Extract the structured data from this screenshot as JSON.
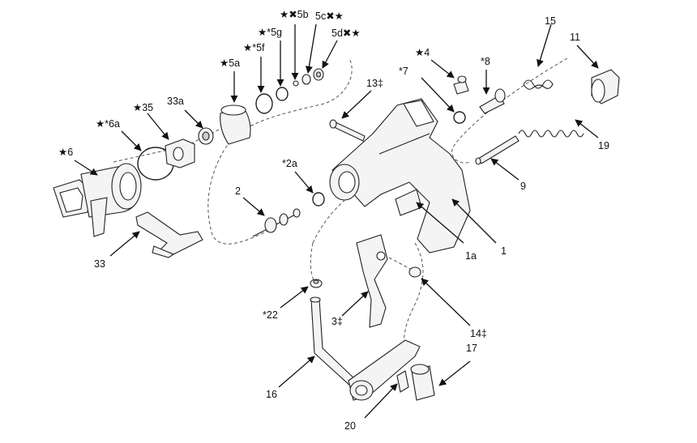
{
  "diagram": {
    "labels": [
      {
        "id": "6",
        "text": "★6"
      },
      {
        "id": "6a",
        "text": "★*6a"
      },
      {
        "id": "35",
        "text": "★35"
      },
      {
        "id": "33a",
        "text": "33a"
      },
      {
        "id": "5a",
        "text": "★5a"
      },
      {
        "id": "5f",
        "text": "★*5f"
      },
      {
        "id": "5g",
        "text": "★*5g"
      },
      {
        "id": "5b",
        "text": "★✖5b"
      },
      {
        "id": "5c",
        "text": "5c✖★"
      },
      {
        "id": "5d",
        "text": "5d✖★"
      },
      {
        "id": "13",
        "text": "13‡"
      },
      {
        "id": "4",
        "text": "★4"
      },
      {
        "id": "7",
        "text": "*7"
      },
      {
        "id": "8",
        "text": "*8"
      },
      {
        "id": "15",
        "text": "15"
      },
      {
        "id": "11",
        "text": "11"
      },
      {
        "id": "19",
        "text": "19"
      },
      {
        "id": "9",
        "text": "9"
      },
      {
        "id": "2a",
        "text": "*2a"
      },
      {
        "id": "2",
        "text": "2"
      },
      {
        "id": "33",
        "text": "33"
      },
      {
        "id": "1a",
        "text": "1a"
      },
      {
        "id": "1",
        "text": "1"
      },
      {
        "id": "22",
        "text": "*22"
      },
      {
        "id": "3",
        "text": "3‡"
      },
      {
        "id": "14",
        "text": "14‡"
      },
      {
        "id": "17",
        "text": "17"
      },
      {
        "id": "16",
        "text": "16"
      },
      {
        "id": "20",
        "text": "20"
      }
    ]
  }
}
